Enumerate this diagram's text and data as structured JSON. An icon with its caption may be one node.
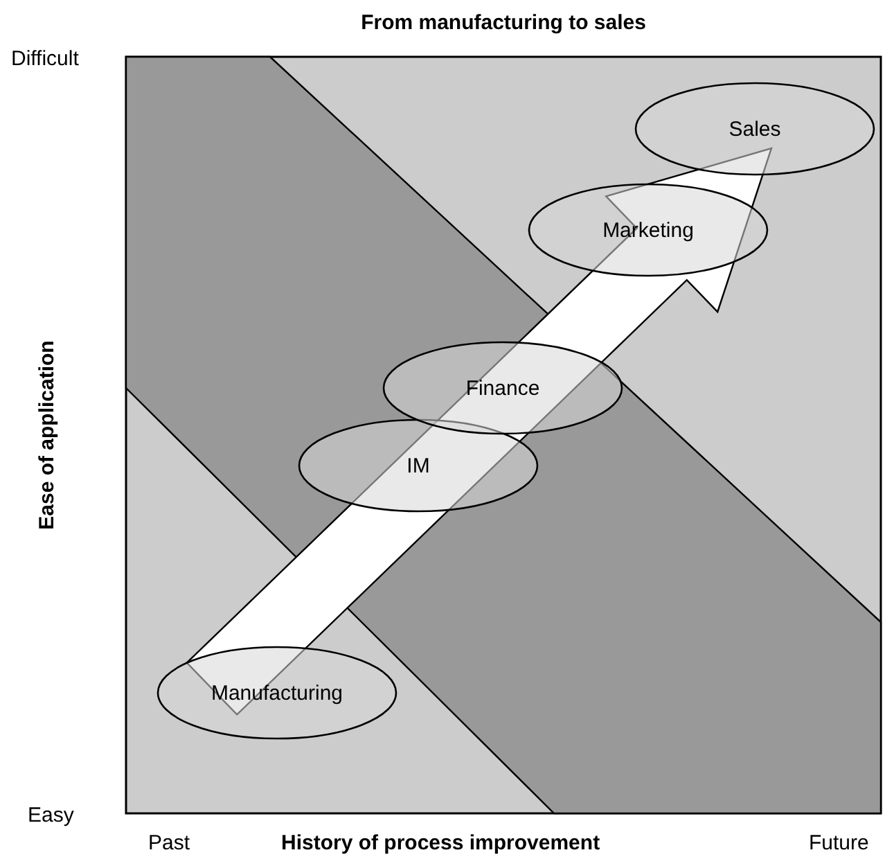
{
  "diagram": {
    "title": "From manufacturing to sales",
    "nodes": [
      {
        "text": [
          "Manufacturing"
        ]
      },
      {
        "text": [
          "IM"
        ]
      },
      {
        "text": [
          "Finance"
        ]
      },
      {
        "text": [
          "Marketing"
        ]
      },
      {
        "text": [
          "Sales"
        ]
      }
    ],
    "edges": [
      {
        "from": 0,
        "to": 4,
        "arrow": "to",
        "style": "thick"
      }
    ],
    "labels": [
      "Difficult",
      "Ease of application",
      "Easy",
      "Past",
      "History of process improvement",
      "Future"
    ]
  }
}
